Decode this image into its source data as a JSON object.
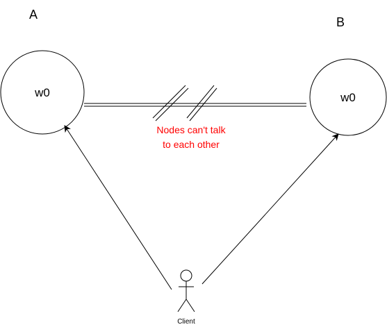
{
  "nodes": [
    {
      "letter": "A",
      "label": "w0"
    },
    {
      "letter": "B",
      "label": "w0"
    }
  ],
  "partition_note": {
    "lines": [
      "Nodes can't talk",
      "to each other"
    ],
    "color": "#ff0000"
  },
  "client": {
    "label": "Client"
  }
}
